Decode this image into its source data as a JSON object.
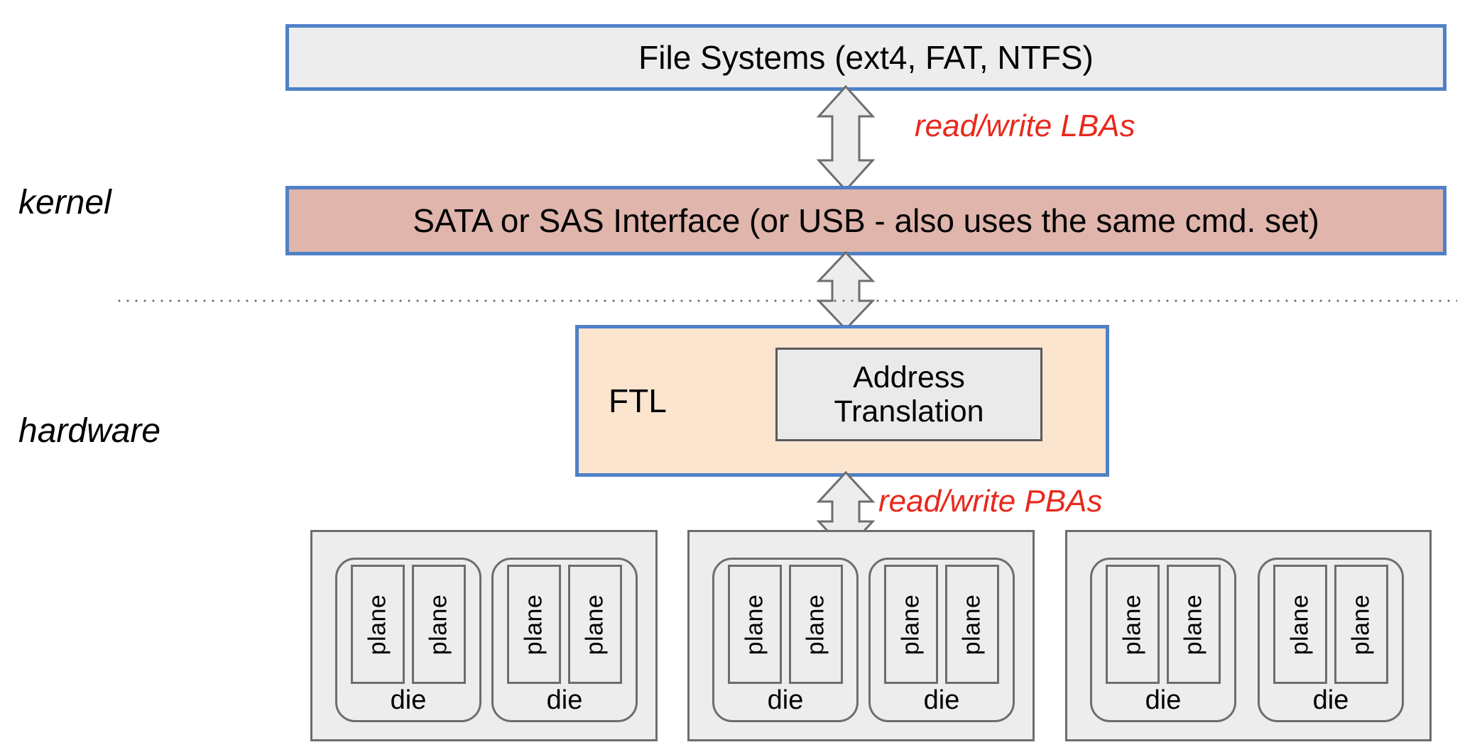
{
  "diagram": {
    "title_hidden": "SSD storage stack: file systems to NAND flash",
    "side_labels": {
      "kernel": "kernel",
      "hardware": "hardware"
    },
    "colors": {
      "box_border_blue": "#4F81C7",
      "file_systems_fill": "#EDEDED",
      "sata_fill": "#DFB5AC",
      "ftl_fill": "#FBE5CF",
      "address_translation_fill": "#EAEAEA",
      "package_fill": "#EDEDED",
      "annotation_red": "#E8291C",
      "outline_gray": "#6D6D6D"
    },
    "layers": [
      {
        "id": "file-systems",
        "label": "File Systems (ext4, FAT, NTFS)"
      },
      {
        "id": "sata-interface",
        "label": "SATA or SAS Interface (or USB  - also uses the same cmd. set)"
      }
    ],
    "ftl": {
      "label": "FTL",
      "inner_box": {
        "line1": "Address",
        "line2": "Translation"
      }
    },
    "annotations": [
      {
        "id": "lba",
        "text": "read/write LBAs"
      },
      {
        "id": "pba",
        "text": "read/write PBAs"
      }
    ],
    "arrows": [
      {
        "id": "file-systems-to-sata",
        "kind": "bidirectional-vertical"
      },
      {
        "id": "sata-to-ftl",
        "kind": "bidirectional-vertical"
      },
      {
        "id": "ftl-to-nand",
        "kind": "bidirectional-vertical"
      }
    ],
    "divider": {
      "id": "kernel-hardware-divider",
      "style": "dotted"
    },
    "nand": {
      "die_caption": "die",
      "plane_caption": "plane",
      "packages": [
        {
          "id": "package-1",
          "dies": [
            {
              "caption": "die",
              "planes": [
                "plane",
                "plane"
              ]
            },
            {
              "caption": "die",
              "planes": [
                "plane",
                "plane"
              ]
            }
          ]
        },
        {
          "id": "package-2",
          "dies": [
            {
              "caption": "die",
              "planes": [
                "plane",
                "plane"
              ]
            },
            {
              "caption": "die",
              "planes": [
                "plane",
                "plane"
              ]
            }
          ]
        },
        {
          "id": "package-3",
          "dies": [
            {
              "caption": "die",
              "planes": [
                "plane",
                "plane"
              ]
            },
            {
              "caption": "die",
              "planes": [
                "plane",
                "plane"
              ]
            }
          ]
        }
      ]
    }
  }
}
